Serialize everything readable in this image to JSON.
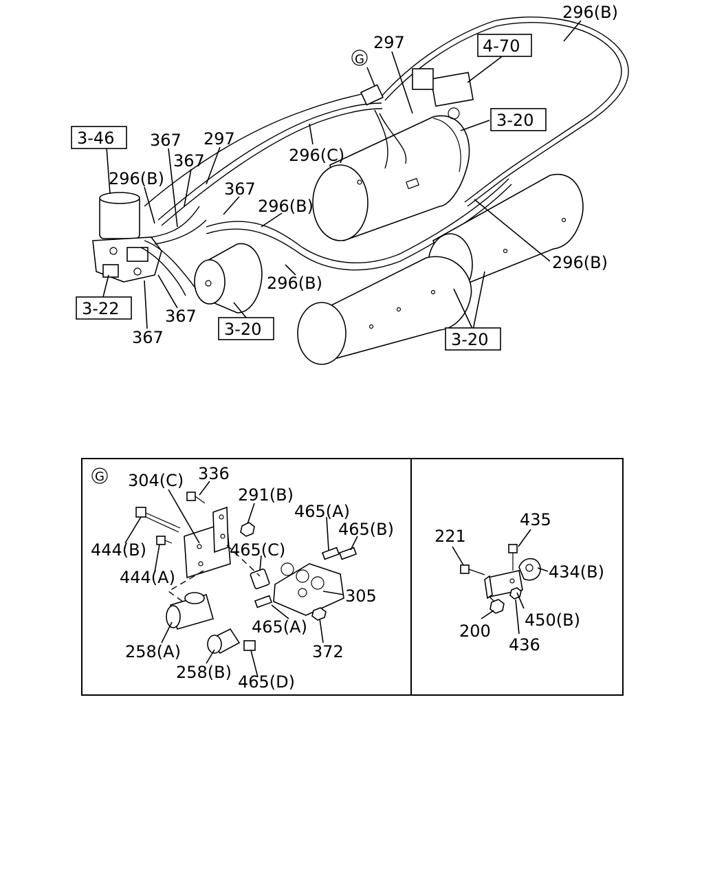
{
  "main_view": {
    "callouts": {
      "c_296b_top": "296(B)",
      "c_297_top": "297",
      "c_g_marker": "G",
      "c_4_70": "4-70",
      "c_3_20_top": "3-20",
      "c_3_46": "3-46",
      "c_367_a": "367",
      "c_297_left": "297",
      "c_367_b": "367",
      "c_296c": "296(C)",
      "c_296b_left": "296(B)",
      "c_367_c": "367",
      "c_296b_mid": "296(B)",
      "c_296b_right": "296(B)",
      "c_296b_low": "296(B)",
      "c_3_22": "3-22",
      "c_367_d": "367",
      "c_367_e": "367",
      "c_3_20_mid": "3-20",
      "c_3_20_right": "3-20"
    }
  },
  "detail_g": {
    "marker": "G",
    "labels": {
      "l_304c": "304(C)",
      "l_336": "336",
      "l_291b": "291(B)",
      "l_465a_top": "465(A)",
      "l_465b": "465(B)",
      "l_444b": "444(B)",
      "l_465c": "465(C)",
      "l_444a": "444(A)",
      "l_305": "305",
      "l_465a_low": "465(A)",
      "l_372": "372",
      "l_258a": "258(A)",
      "l_258b": "258(B)",
      "l_465d": "465(D)"
    }
  },
  "detail_right": {
    "labels": {
      "l_435": "435",
      "l_221": "221",
      "l_434b": "434(B)",
      "l_450b": "450(B)",
      "l_200": "200",
      "l_436": "436"
    }
  }
}
